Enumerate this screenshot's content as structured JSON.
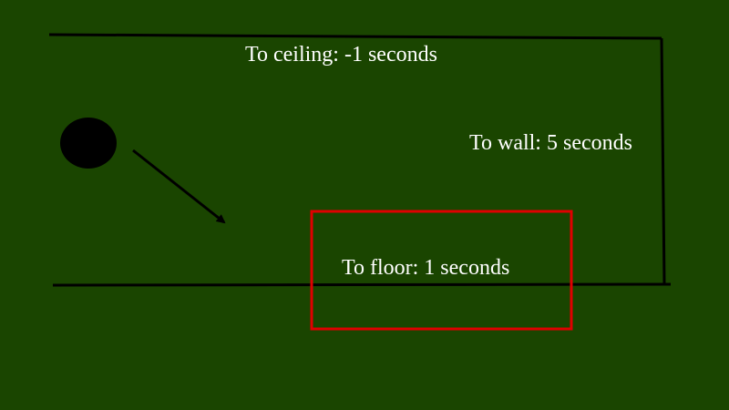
{
  "labels": {
    "ceiling": "To ceiling: -1 seconds",
    "wall": "To wall: 5 seconds",
    "floor": "To floor: 1 seconds"
  },
  "colors": {
    "background": "#1a4500",
    "lines": "#000000",
    "ball": "#000000",
    "highlight": "#e00000",
    "text": "#ffffff"
  }
}
